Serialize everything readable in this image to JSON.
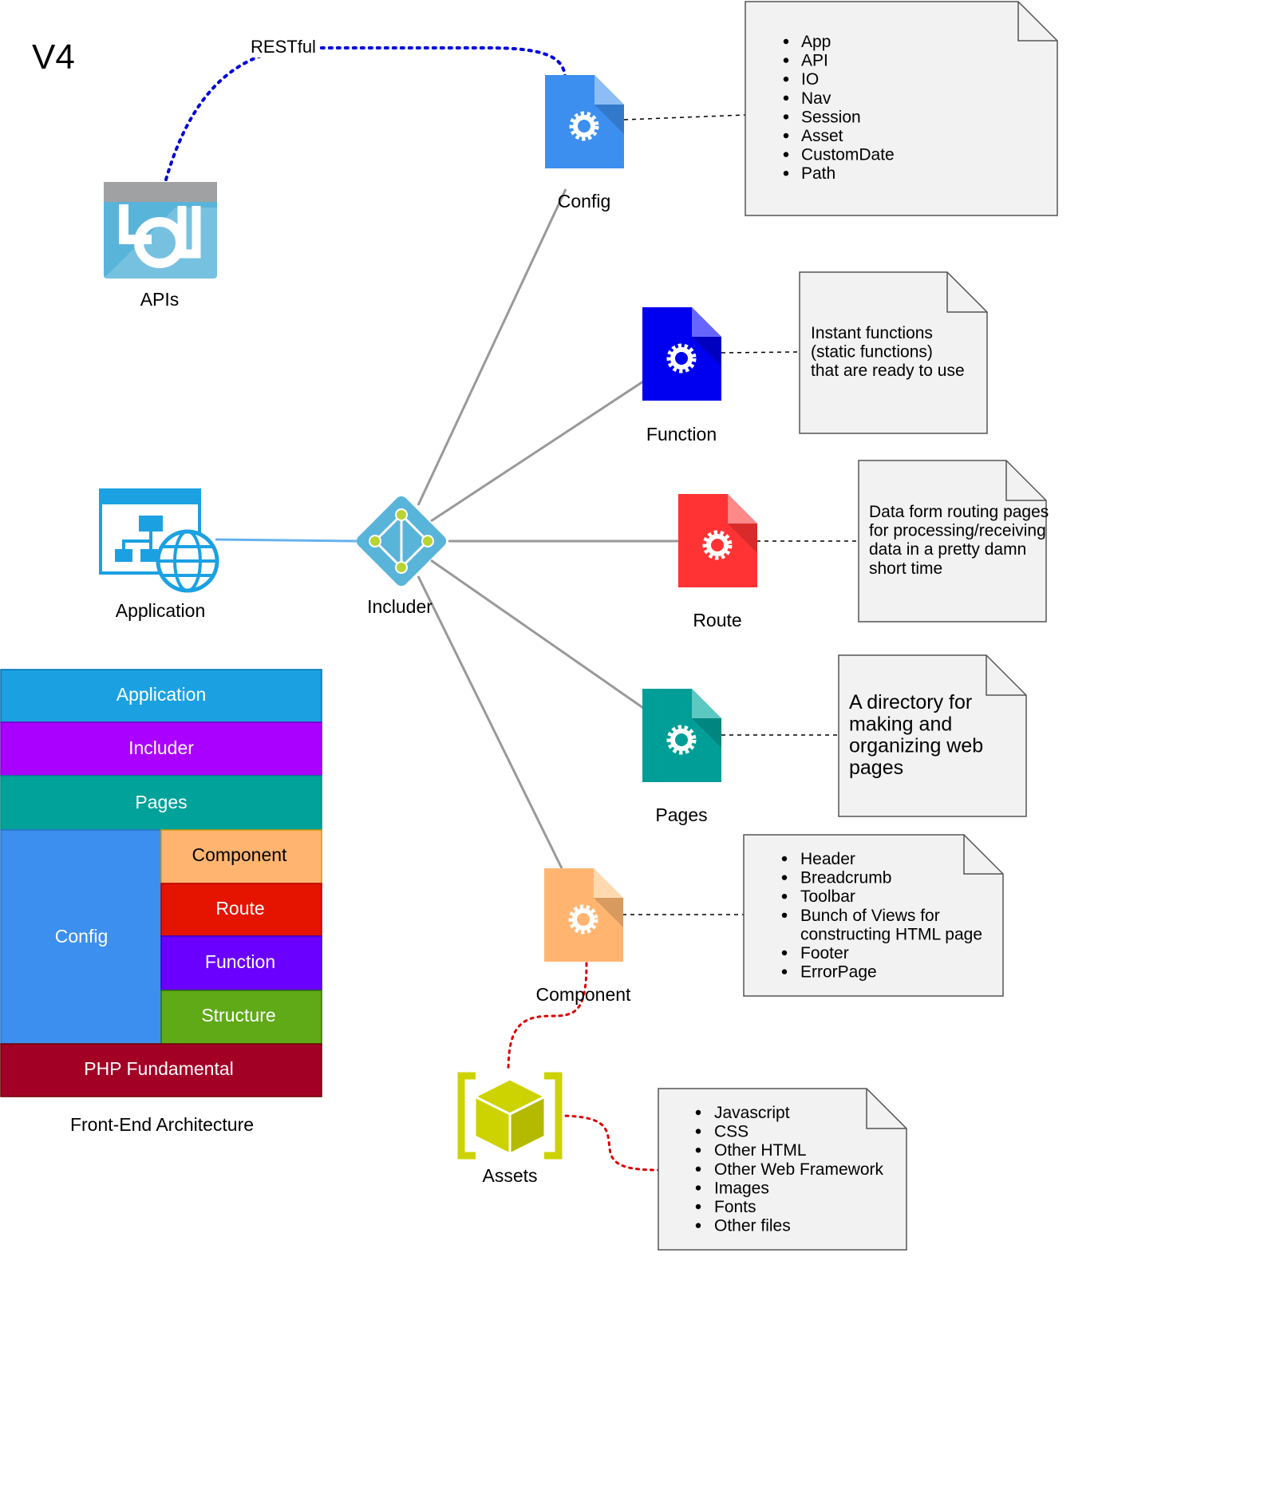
{
  "title": "V4",
  "edge_labels": {
    "restful": "RESTful"
  },
  "nodes": {
    "apis": "APIs",
    "application": "Application",
    "includer": "Includer",
    "config": "Config",
    "function": "Function",
    "route": "Route",
    "pages": "Pages",
    "component": "Component",
    "assets": "Assets"
  },
  "notes": {
    "config_items": [
      "App",
      "API",
      "IO",
      "Nav",
      "Session",
      "Asset",
      "CustomDate",
      "Path"
    ],
    "function_lines": [
      "Instant functions",
      "(static functions)",
      "that are ready to use"
    ],
    "route_lines": [
      "Data form routing pages",
      "for processing/receiving",
      "data in a pretty damn",
      "short time"
    ],
    "pages_lines": [
      "A directory for",
      "making and",
      "organizing web",
      "pages"
    ],
    "component_items": [
      {
        "lines": [
          "Header"
        ]
      },
      {
        "lines": [
          "Breadcrumb"
        ]
      },
      {
        "lines": [
          "Toolbar"
        ]
      },
      {
        "lines": [
          "Bunch of Views for",
          "constructing HTML page"
        ]
      },
      {
        "lines": [
          "Footer"
        ]
      },
      {
        "lines": [
          "ErrorPage"
        ]
      }
    ],
    "assets_items": [
      "Javascript",
      "CSS",
      "Other HTML",
      "Other Web Framework",
      "Images",
      "Fonts",
      "Other files"
    ]
  },
  "architecture": {
    "application": "Application",
    "includer": "Includer",
    "pages": "Pages",
    "config": "Config",
    "component": "Component",
    "route": "Route",
    "function": "Function",
    "structure": "Structure",
    "php": "PHP Fundamental",
    "caption": "Front-End Architecture"
  },
  "colors": {
    "config_doc": "#3C8FEF",
    "function_doc": "#0000F0",
    "route_doc": "#FF3333",
    "pages_doc": "#009E97",
    "component_doc": "#FFB570",
    "assets_cube": "#CDD300",
    "restful_link": "#0000DD",
    "assets_link": "#DD0000",
    "application_link": "#66B2EE",
    "connector": "#999999",
    "note_fill": "#F2F2F2",
    "stack_application": "#1BA1E2",
    "stack_includer": "#AA00FF",
    "stack_pages": "#00A29A",
    "stack_config": "#3C8FEF",
    "stack_component": "#FFB570",
    "stack_route": "#E51400",
    "stack_function": "#6A00FF",
    "stack_structure": "#60A917",
    "stack_php": "#A20025"
  }
}
